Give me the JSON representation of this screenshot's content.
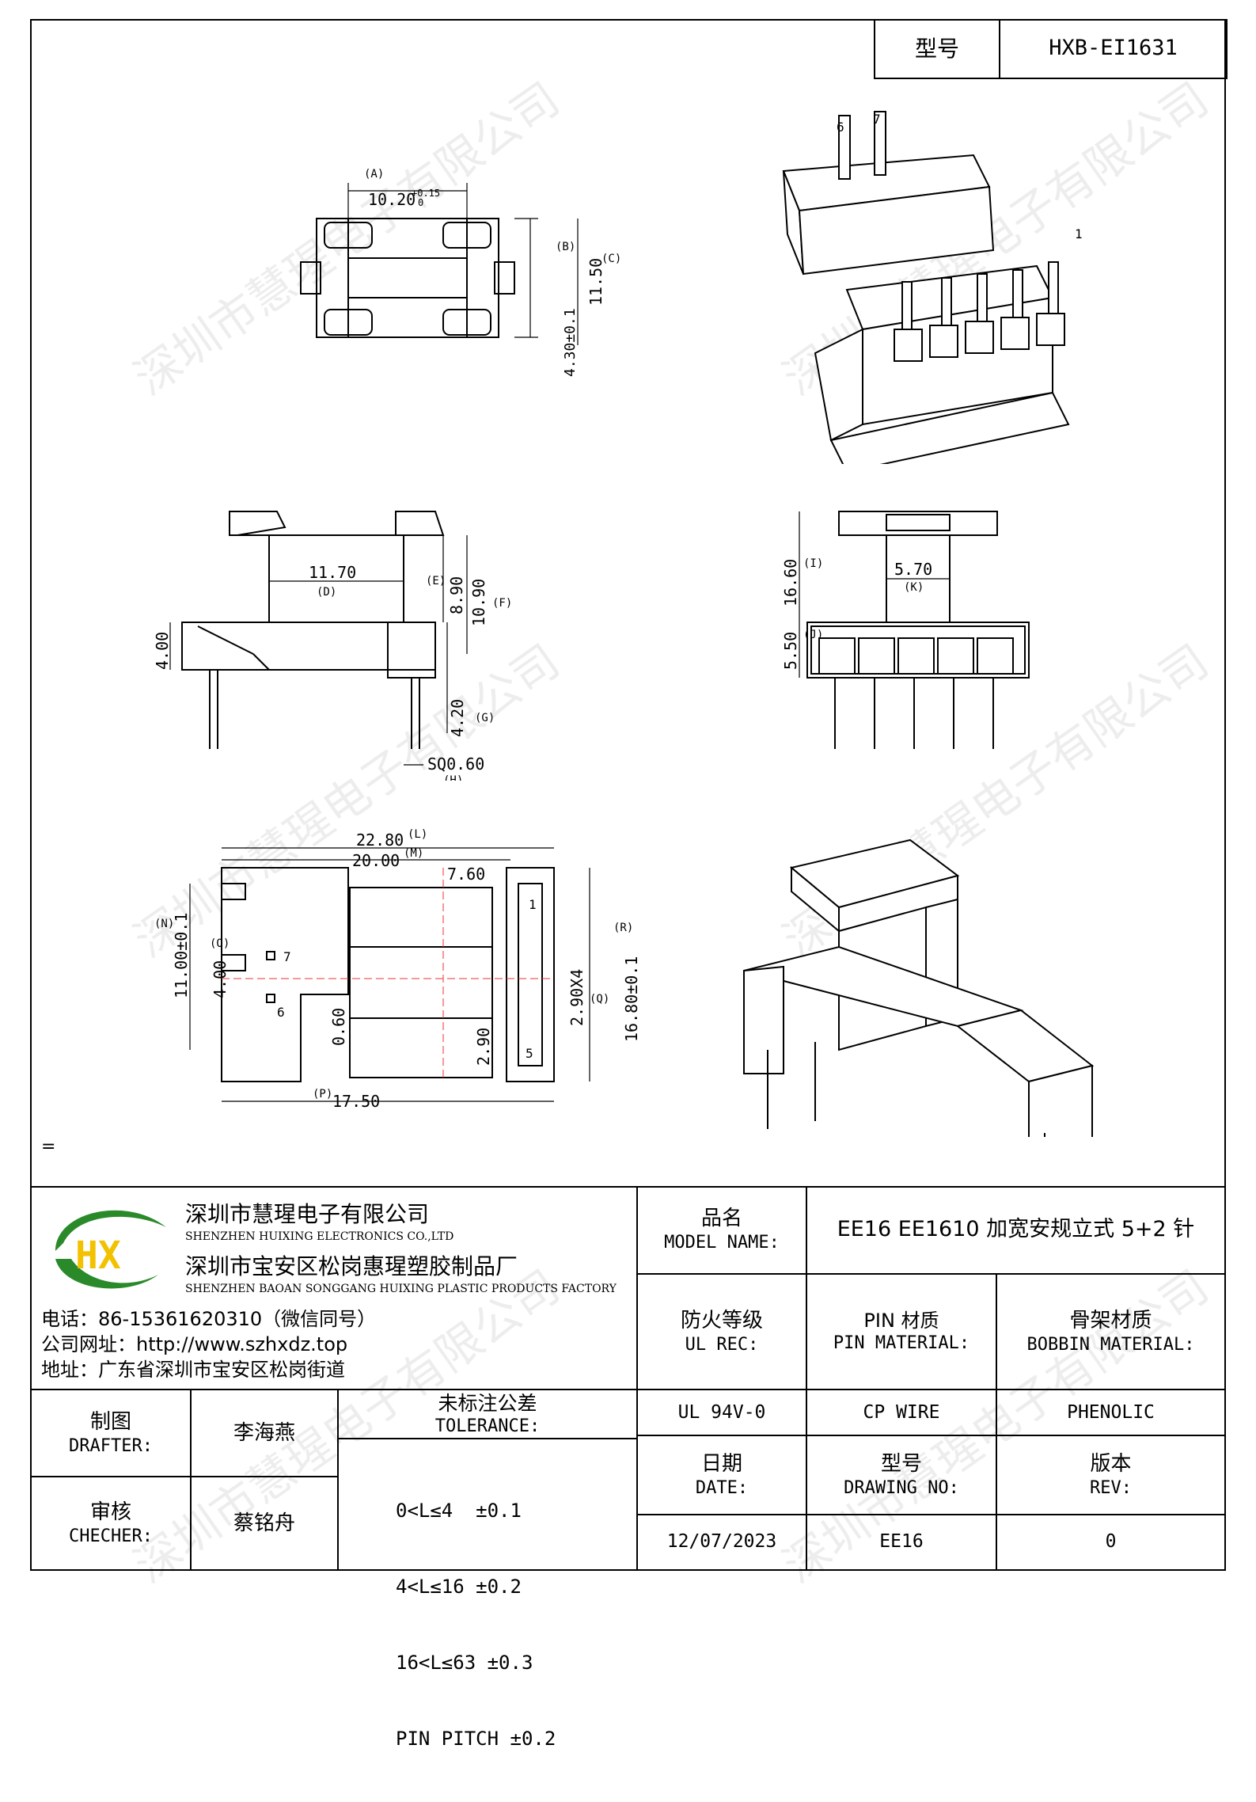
{
  "header": {
    "model_label": "型号",
    "model_value": "HXB-EI1631"
  },
  "watermark": "深圳市慧瑆电子有限公司",
  "stray_mark": "=",
  "drawing": {
    "top_view": {
      "dim_a": "10.20",
      "dim_a_tol_up": "+0.15",
      "dim_a_tol_dn": "0",
      "tag_a": "(A)",
      "dim_c": "11.50",
      "tag_c": "(C)",
      "dim_b": "4.30±0.1",
      "tag_b": "(B)"
    },
    "iso_top": {
      "pin_6": "6",
      "pin_7": "7",
      "pin_1": "1"
    },
    "side_view": {
      "dim_d": "11.70",
      "tag_d": "(D)",
      "dim_e": "8.90",
      "tag_e": "(E)",
      "dim_f": "10.90",
      "tag_f": "(F)",
      "dim_base": "4.00",
      "dim_g": "4.20",
      "tag_g": "(G)",
      "dim_h": "SQ0.60",
      "tag_h": "(H)"
    },
    "front_view": {
      "dim_i": "16.60",
      "tag_i": "(I)",
      "dim_k": "5.70",
      "tag_k": "(K)",
      "dim_j": "5.50",
      "tag_j": "(J)"
    },
    "bottom_view": {
      "dim_l": "22.80",
      "tag_l": "(L)",
      "dim_m": "20.00",
      "tag_m": "(M)",
      "dim_760": "7.60",
      "dim_n": "11.00±0.1",
      "tag_n": "(N)",
      "dim_o": "4.00",
      "tag_o": "(O)",
      "dim_060": "0.60",
      "dim_290": "2.90",
      "dim_q": "2.90X4",
      "tag_q": "(Q)",
      "dim_r": "16.80±0.1",
      "tag_r": "(R)",
      "dim_p": "17.50",
      "tag_p": "(P)",
      "pin_7": "7",
      "pin_6": "6",
      "pin_1": "1",
      "pin_5": "5"
    }
  },
  "title_block": {
    "company_cn": "深圳市慧瑆电子有限公司",
    "company_en": "SHENZHEN HUIXING ELECTRONICS CO.,LTD",
    "factory_cn": "深圳市宝安区松岗惠瑆塑胶制品厂",
    "factory_en": "SHENZHEN BAOAN SONGGANG HUIXING PLASTIC PRODUCTS FACTORY",
    "phone": "电话：86-15361620310（微信同号）",
    "website": "公司网址：http://www.szhxdz.top",
    "address": "地址：广东省深圳市宝安区松岗街道",
    "logo_text": "HX",
    "model_name_cn": "品名",
    "model_name_en": "MODEL NAME:",
    "model_name_value": "EE16 EE1610 加宽安规立式 5+2 针",
    "ul_cn": "防火等级",
    "ul_en": "UL REC:",
    "pin_material_cn": "PIN 材质",
    "pin_material_en": "PIN MATERIAL:",
    "bobbin_material_cn": "骨架材质",
    "bobbin_material_en": "BOBBIN MATERIAL:",
    "ul_value": "UL 94V-0",
    "pin_value": "CP WIRE",
    "bobbin_value": "PHENOLIC",
    "drafter_cn": "制图",
    "drafter_en": "DRAFTER:",
    "drafter_name": "李海燕",
    "checker_cn": "审核",
    "checker_en": "CHECHER:",
    "checker_name": "蔡铭舟",
    "tolerance_cn": "未标注公差",
    "tolerance_en": "TOLERANCE:",
    "tolerance_rows": [
      "0<L≤4  ±0.1",
      "4<L≤16 ±0.2",
      "16<L≤63 ±0.3",
      "PIN PITCH ±0.2"
    ],
    "date_cn": "日期",
    "date_en": "DATE:",
    "date_value": "12/07/2023",
    "drawing_no_cn": "型号",
    "drawing_no_en": "DRAWING NO:",
    "drawing_no_value": "EE16",
    "rev_cn": "版本",
    "rev_en": "REV:",
    "rev_value": "0"
  }
}
